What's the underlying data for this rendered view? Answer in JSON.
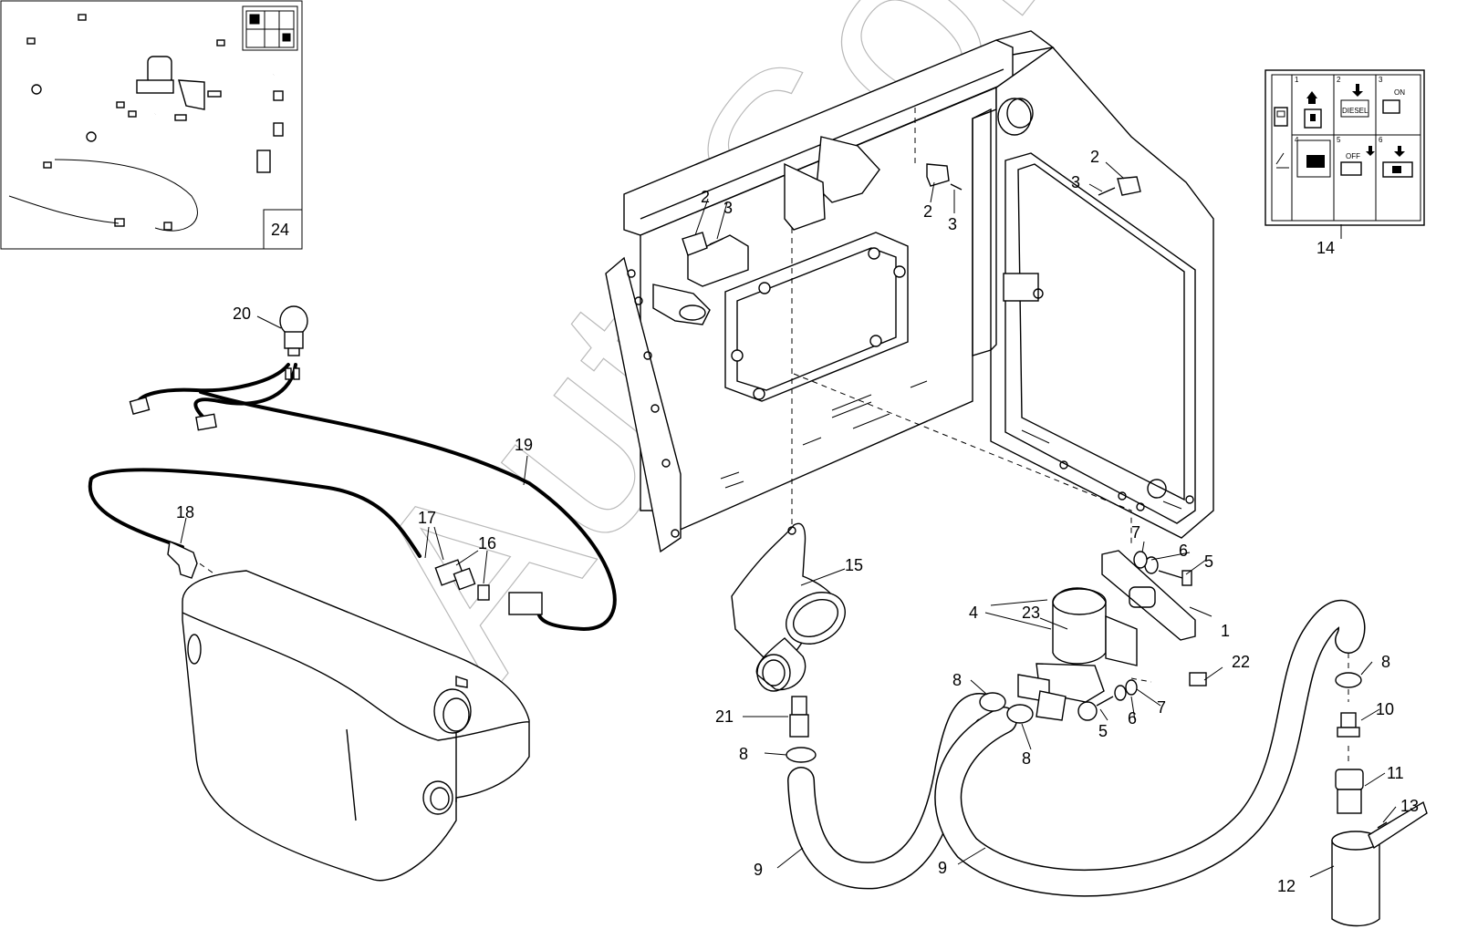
{
  "watermark": "AutoSoft",
  "inset": {
    "number": "24"
  },
  "callouts": {
    "c1": "1",
    "c2a": "2",
    "c2b": "2",
    "c2c": "2",
    "c3a": "3",
    "c3b": "3",
    "c3c": "3",
    "c4": "4",
    "c5a": "5",
    "c5b": "5",
    "c6a": "6",
    "c6b": "6",
    "c7a": "7",
    "c7b": "7",
    "c8a": "8",
    "c8b": "8",
    "c8c": "8",
    "c8d": "8",
    "c9a": "9",
    "c9b": "9",
    "c10": "10",
    "c11": "11",
    "c12": "12",
    "c13": "13",
    "c14": "14",
    "c15": "15",
    "c16": "16",
    "c17": "17",
    "c18": "18",
    "c19": "19",
    "c20": "20",
    "c21": "21",
    "c22": "22",
    "c23": "23"
  },
  "label_panel": {
    "steps": [
      "1",
      "2",
      "3",
      "4",
      "5",
      "6"
    ],
    "diesel": "DIESEL",
    "on": "ON",
    "off": "OFF"
  }
}
